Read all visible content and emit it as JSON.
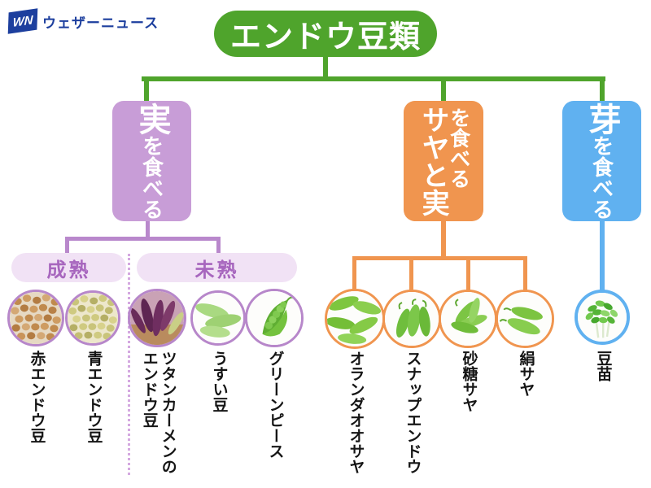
{
  "logo": {
    "mark": "WN",
    "name": "ウェザーニュース"
  },
  "title": "エンドウ豆類",
  "colors": {
    "green": "#4FA42C",
    "purple": "#C89DD7",
    "purple_line": "#B988CC",
    "purple_pale": "#F1E2F5",
    "purple_text": "#A766BE",
    "orange": "#F0954F",
    "blue": "#60B1F0",
    "logo_blue": "#1D3F9E"
  },
  "tree": {
    "fruit": {
      "label_big": "実",
      "label_small": "を食べる",
      "subgroups": [
        {
          "label": "成熟",
          "items": [
            {
              "name": "赤エンドウ豆"
            },
            {
              "name": "青エンドウ豆"
            }
          ]
        },
        {
          "label": "未熟",
          "items": [
            {
              "name_line1": "ツタンカーメンの",
              "name_line2": "エンドウ豆"
            },
            {
              "name": "うすい豆"
            },
            {
              "name": "グリーンピース"
            }
          ]
        }
      ]
    },
    "pod_and_fruit": {
      "label_big": "サヤと実",
      "label_small": "を食べる",
      "items": [
        {
          "name": "オランダオオサヤ"
        },
        {
          "name": "スナップエンドウ"
        },
        {
          "name": "砂糖サヤ"
        },
        {
          "name": "絹サヤ"
        }
      ]
    },
    "sprout": {
      "label_big": "芽",
      "label_small": "を食べる",
      "items": [
        {
          "name": "豆苗"
        }
      ]
    }
  }
}
